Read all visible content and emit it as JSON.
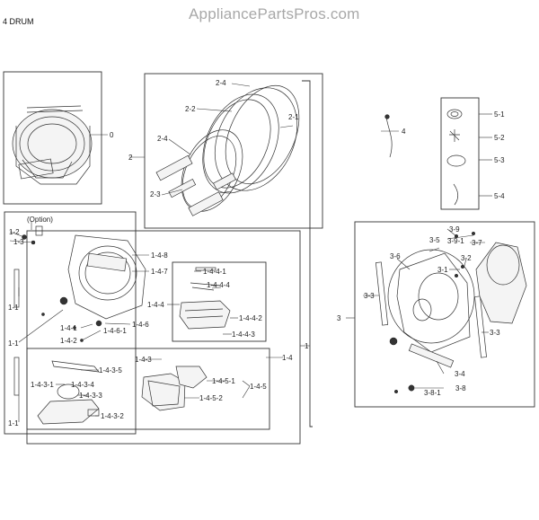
{
  "header": {
    "title": "4 DRUM",
    "watermark": "AppliancePartsPros.com"
  },
  "callouts": {
    "c0": "0",
    "c1": "1",
    "c1_1": "1-1",
    "c1_1b": "1-1",
    "c1_1c": "1-1",
    "c1_2": "1-2",
    "c1_3": "1-3",
    "option": "(Option)",
    "c1_4": "1-4",
    "c1_4_1": "1-4-1",
    "c1_4_2": "1-4-2",
    "c1_4_3": "1-4-3",
    "c1_4_3_1": "1-4-3-1",
    "c1_4_3_2": "1-4-3-2",
    "c1_4_3_3": "1-4-3-3",
    "c1_4_3_4": "1-4-3-4",
    "c1_4_3_5": "1-4-3-5",
    "c1_4_4": "1-4-4",
    "c1_4_4_1": "1-4-4-1",
    "c1_4_4_2": "1-4-4-2",
    "c1_4_4_3": "1-4-4-3",
    "c1_4_4_4": "1-4-4-4",
    "c1_4_5": "1-4-5",
    "c1_4_5_1": "1-4-5-1",
    "c1_4_5_2": "1-4-5-2",
    "c1_4_6": "1-4-6",
    "c1_4_6_1": "1-4-6-1",
    "c1_4_7": "1-4-7",
    "c1_4_8": "1-4-8",
    "c2": "2",
    "c2_1": "2-1",
    "c2_2": "2-2",
    "c2_3": "2-3",
    "c2_4": "2-4",
    "c2_4b": "2-4",
    "c3": "3",
    "c3_1": "3-1",
    "c3_2": "3-2",
    "c3_3a": "3-3",
    "c3_3b": "3-3",
    "c3_4": "3-4",
    "c3_5": "3-5",
    "c3_6": "3-6",
    "c3_7": "3-7",
    "c3_8": "3-8",
    "c3_8_1": "3-8-1",
    "c3_9": "3-9",
    "c3_9_1": "3-9-1",
    "c4": "4",
    "c5_1": "5-1",
    "c5_2": "5-2",
    "c5_3": "5-3",
    "c5_4": "5-4"
  }
}
